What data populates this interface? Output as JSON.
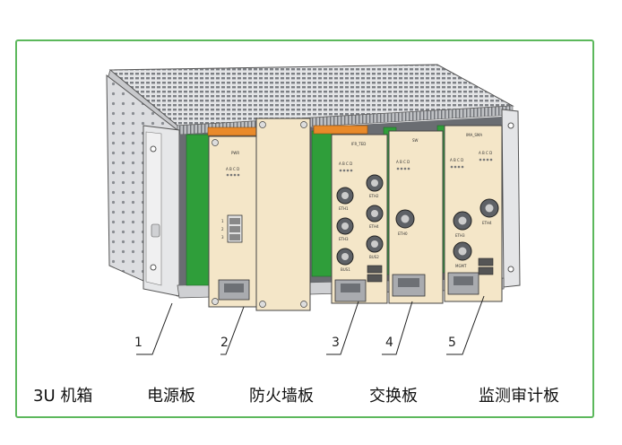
{
  "callouts": [
    "1",
    "2",
    "3",
    "4",
    "5"
  ],
  "captions": [
    "3U 机箱",
    "电源板",
    "防火墙板",
    "交换板",
    "监测审计板"
  ],
  "panel_labels": {
    "pwr": "PWR",
    "firewall": "IFR_TED",
    "switch": "SW",
    "audit": "IMA_SMA"
  },
  "connector_labels": {
    "fw": [
      "ETH2",
      "ETH1",
      "ETH4",
      "ETH3",
      "BUS1",
      "BUS2"
    ],
    "sw": "ETH0",
    "audit": [
      "ETH4",
      "ETH3",
      "MGMT"
    ]
  },
  "led_label": "A B C D",
  "power_pins": [
    "1",
    "2",
    "3"
  ],
  "colors": {
    "frame": "#5cb85c",
    "panel": "#f4e6c8",
    "pcb": "#2f9e3a",
    "chassis": "#d7d8da",
    "orange": "#e98a2a"
  }
}
